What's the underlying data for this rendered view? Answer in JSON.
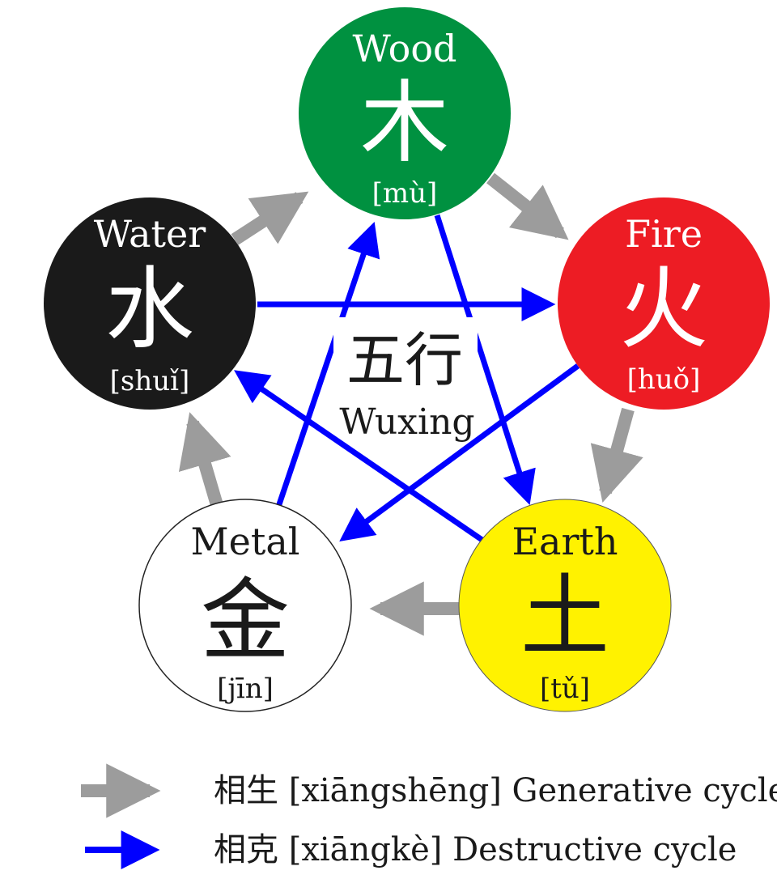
{
  "center": {
    "hanzi": "五行",
    "name": "Wuxing"
  },
  "colors": {
    "wood": "#009140",
    "fire": "#ed1c24",
    "earth": "#fff200",
    "metal": "#ffffff",
    "water": "#1a1a1a",
    "generative_arrow": "#9c9c9c",
    "destructive_arrow": "#0000ff"
  },
  "elements": [
    {
      "key": "wood",
      "name": "Wood",
      "hanzi": "木",
      "pinyin": "[mù]"
    },
    {
      "key": "fire",
      "name": "Fire",
      "hanzi": "火",
      "pinyin": "[huǒ]"
    },
    {
      "key": "earth",
      "name": "Earth",
      "hanzi": "土",
      "pinyin": "[tǔ]"
    },
    {
      "key": "metal",
      "name": "Metal",
      "hanzi": "金",
      "pinyin": "[jīn]"
    },
    {
      "key": "water",
      "name": "Water",
      "hanzi": "水",
      "pinyin": "[shuǐ]"
    }
  ],
  "legend": {
    "generative": "相生 [xiāngshēng] Generative cycle",
    "destructive": "相克 [xiāngkè] Destructive cycle"
  }
}
